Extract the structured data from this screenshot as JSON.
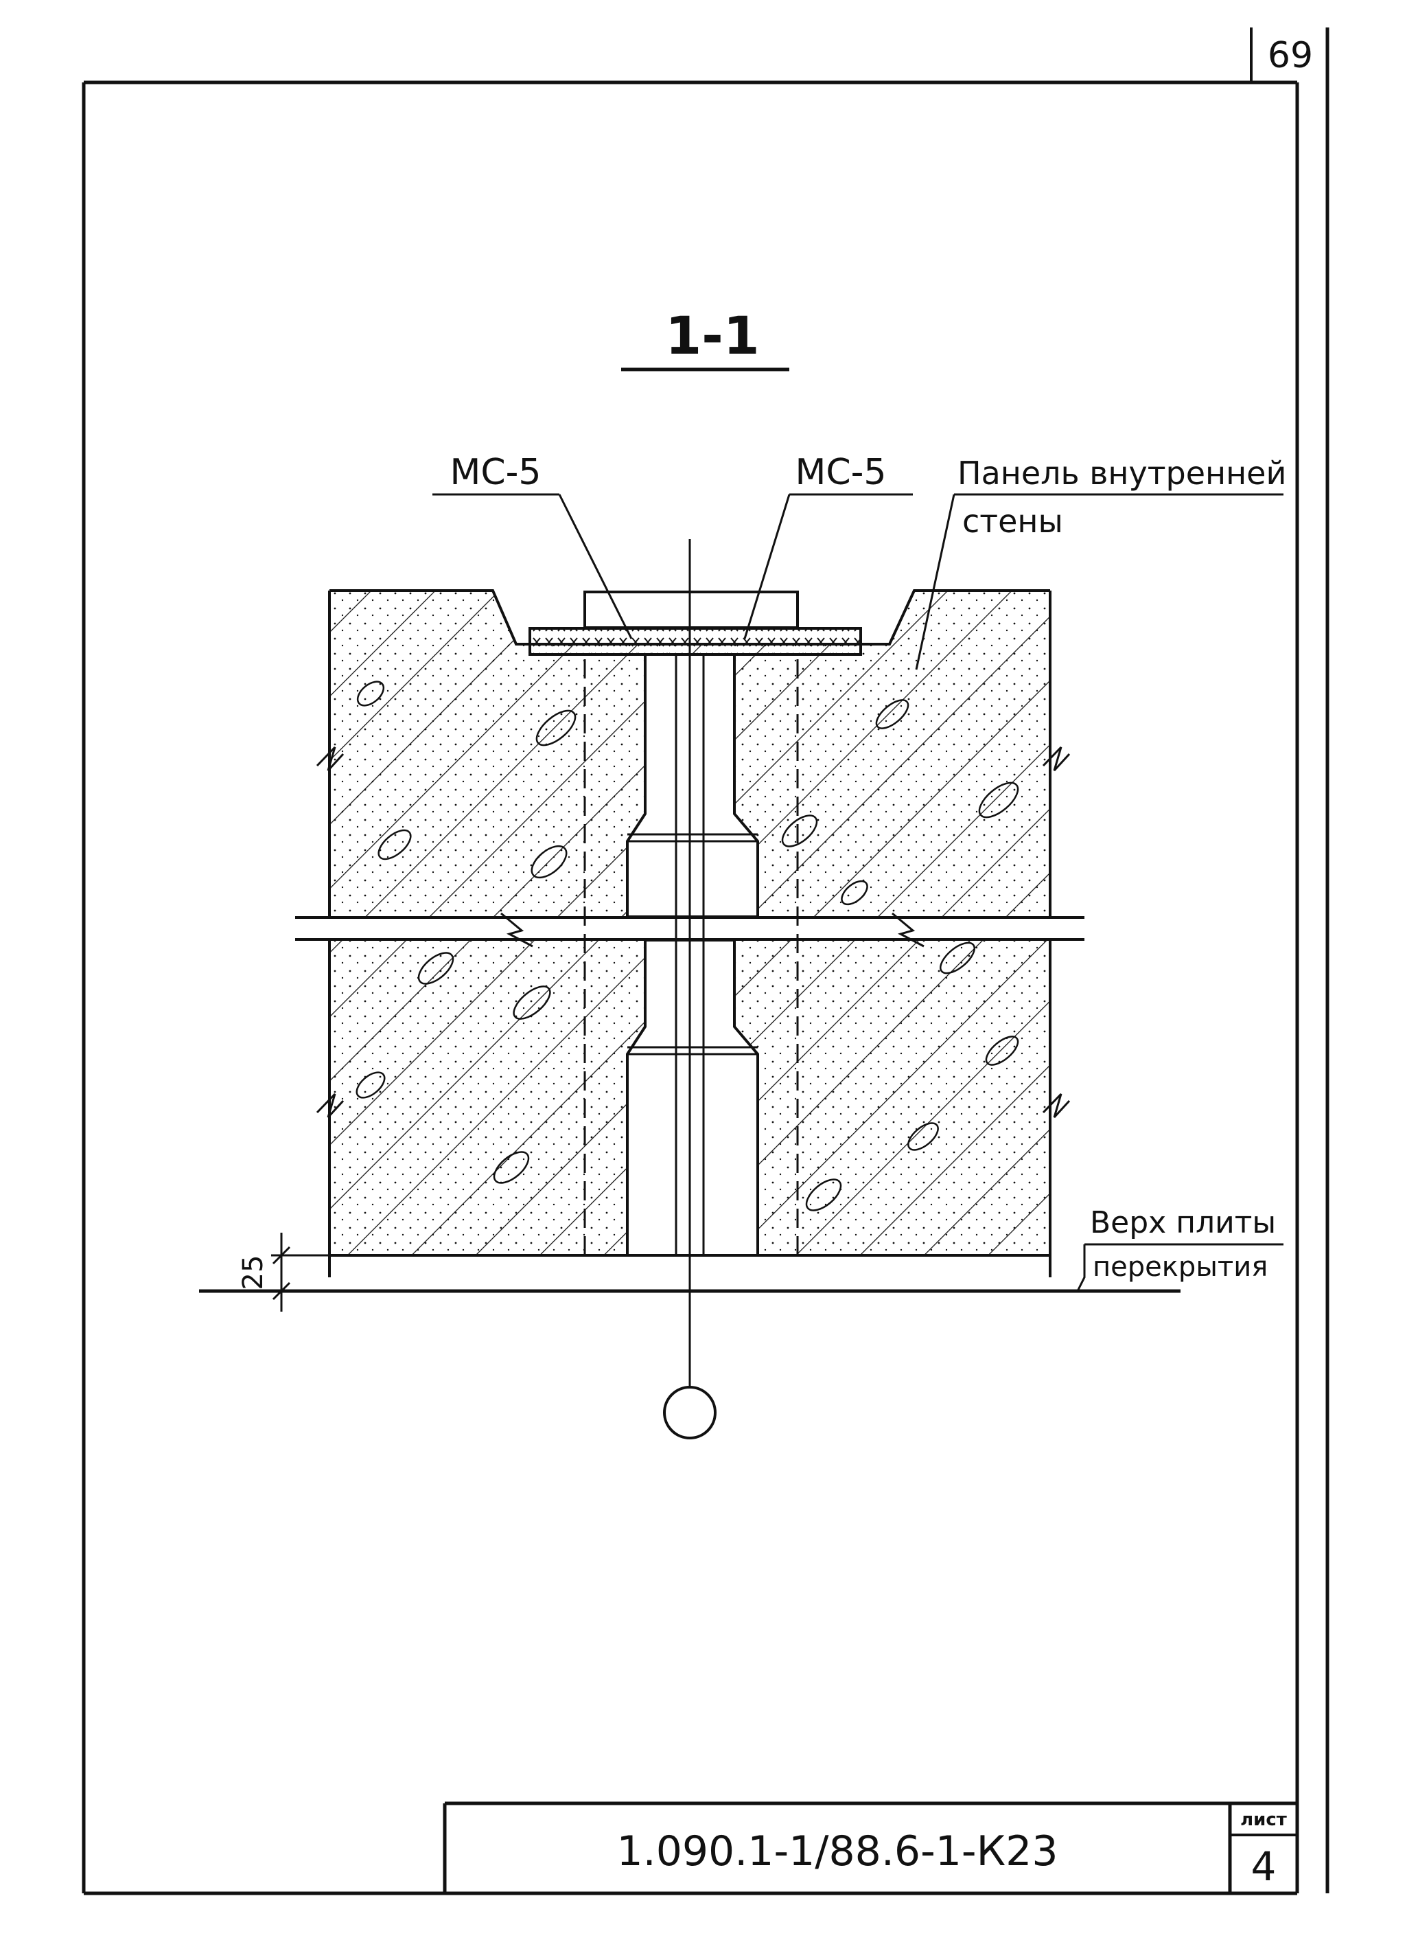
{
  "sheet": {
    "page_number": "69",
    "section_title": "1-1",
    "code": "1.090.1-1/88.6-1-К23",
    "sheet_label": "лист",
    "sheet_number": "4"
  },
  "labels": {
    "mc5_left": "МС-5",
    "mc5_right": "МС-5",
    "panel_line1": "Панель внутренней",
    "panel_line2": "стены",
    "slab_line1": "Верх плиты",
    "slab_line2": "перекрытия",
    "dimension": "25"
  }
}
